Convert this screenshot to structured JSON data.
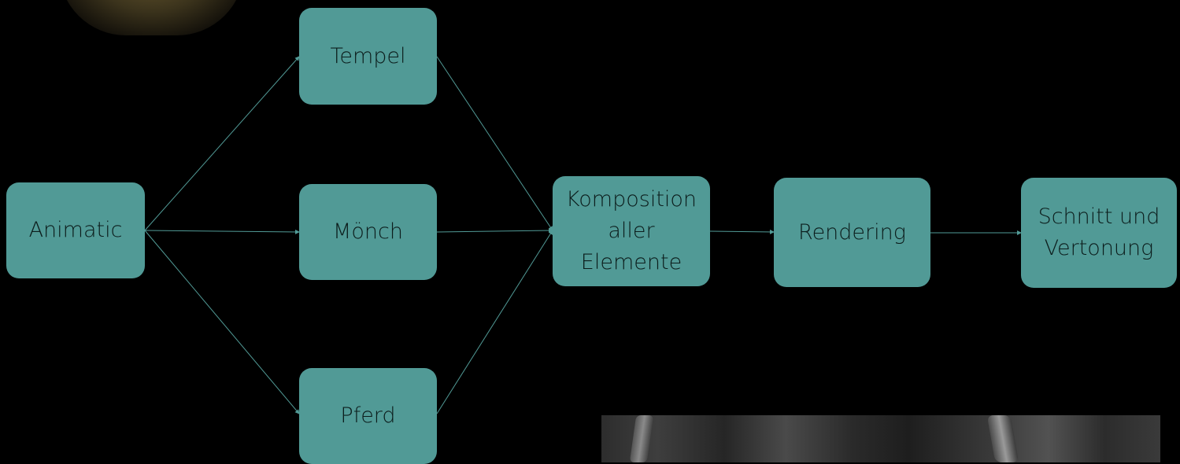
{
  "nodes": {
    "animatic": "Animatic",
    "tempel": "Tempel",
    "moench": "Mönch",
    "pferd": "Pferd",
    "komposition": "Komposition\naller\nElemente",
    "rendering": "Rendering",
    "schnitt": "Schnitt und\nVertonung"
  },
  "colors": {
    "node_fill": "#519a96",
    "edge": "#519a96",
    "background": "#000000"
  }
}
